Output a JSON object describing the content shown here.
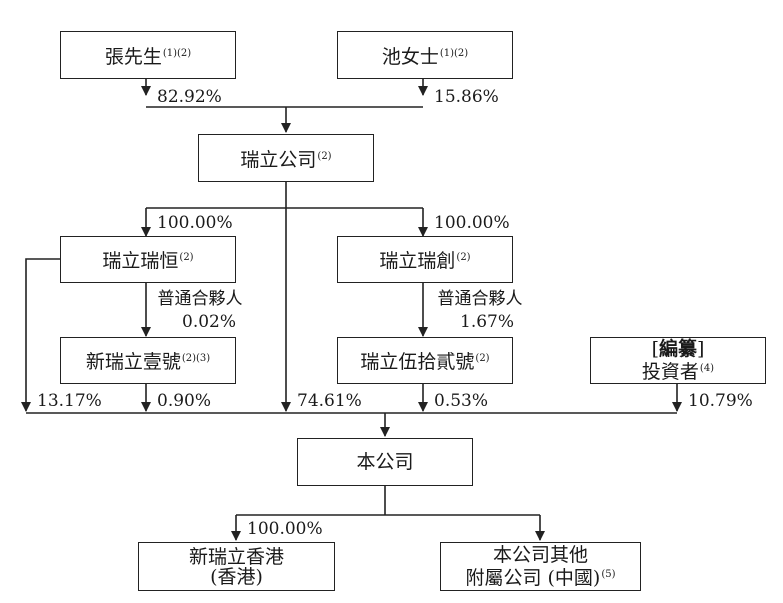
{
  "boxes": {
    "zhang": {
      "name": "張先生",
      "note": "(1)(2)"
    },
    "chi": {
      "name": "池女士",
      "note": "(1)(2)"
    },
    "ruili": {
      "name": "瑞立公司",
      "note": "(2)"
    },
    "ruiliheng": {
      "name": "瑞立瑞恒",
      "note": "(2)"
    },
    "ruilichuang": {
      "name": "瑞立瑞創",
      "note": "(2)"
    },
    "xin1": {
      "name": "新瑞立壹號",
      "note": "(2)(3)"
    },
    "wushi2": {
      "name": "瑞立伍拾貳號",
      "note": "(2)"
    },
    "investors": {
      "bracket_l": "[",
      "redacted": "編纂",
      "bracket_r": "]",
      "name": "投資者",
      "note": "(4)"
    },
    "company": {
      "name": "本公司"
    },
    "hk": {
      "line1": "新瑞立香港",
      "line2": "(香港)"
    },
    "others": {
      "line1": "本公司其他",
      "line2": "附屬公司 (中國)",
      "note": "(5)"
    }
  },
  "labels": {
    "zhang_pct": "82.92%",
    "chi_pct": "15.86%",
    "heng_pct": "100.00%",
    "chuang_pct": "100.00%",
    "gp1_title": "普通合夥人",
    "gp1_pct": "0.02%",
    "gp2_title": "普通合夥人",
    "gp2_pct": "1.67%",
    "heng_direct_pct": "13.17%",
    "xin1_pct": "0.90%",
    "ruili_pct": "74.61%",
    "wushi2_pct": "0.53%",
    "investors_pct": "10.79%",
    "hk_pct": "100.00%"
  }
}
